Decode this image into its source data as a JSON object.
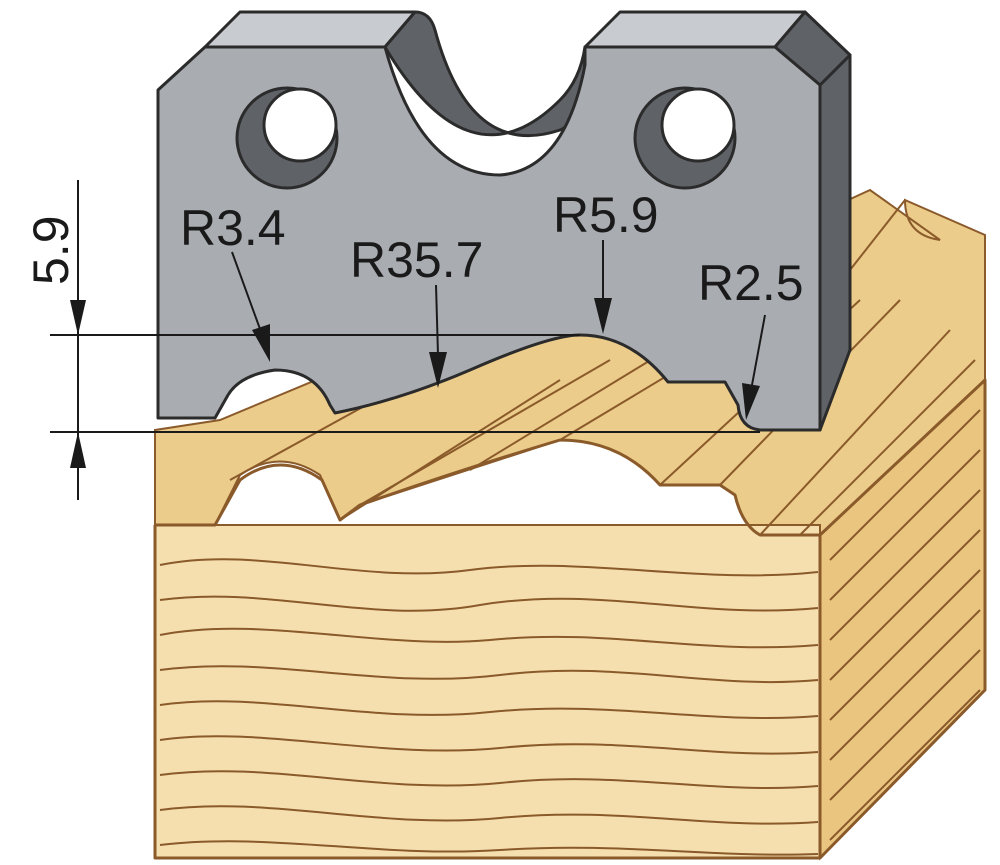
{
  "diagram": {
    "labels": {
      "r1": "R3.4",
      "r2": "R35.7",
      "r3": "R5.9",
      "r4": "R2.5",
      "depth": "5.9"
    },
    "colors": {
      "steel_face": "#a9adb2",
      "steel_side": "#5f6368",
      "steel_top": "#c8cbcf",
      "steel_outline": "#2b2b2b",
      "wood_face": "#f6dfae",
      "wood_top": "#eccc8a",
      "wood_side": "#e9c57f",
      "wood_line": "#8a5a2b",
      "dimension_line": "#1a1a1a"
    }
  }
}
